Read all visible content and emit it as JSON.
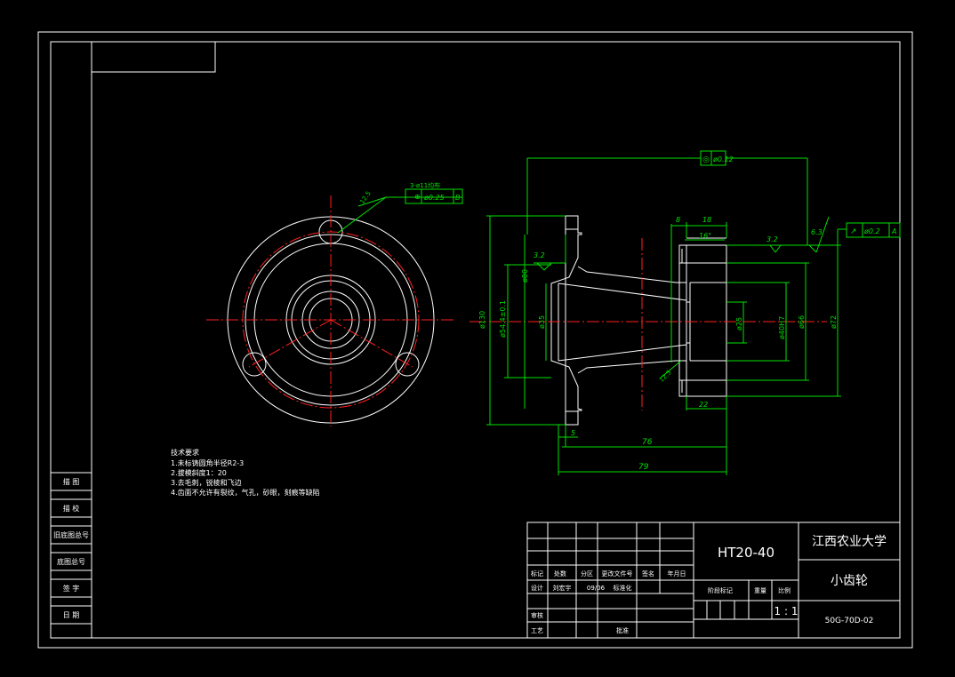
{
  "side_column": [
    "描 图",
    "描 校",
    "旧底图总号",
    "底图总号",
    "签 字",
    "日 期"
  ],
  "notes": {
    "heading": "技术要求",
    "items": [
      "1.未标铸圆角半径R2-3",
      "2.拔模斜度1：20",
      "3.去毛刺，锐棱和飞边",
      "4.齿面不允许有裂纹，气孔，砂眼，刻痕等缺陷"
    ]
  },
  "title_block": {
    "material": "HT20-40",
    "school": "江西农业大学",
    "part_name": "小齿轮",
    "drawing_no": "50G-70D-02",
    "scale": "1 : 1",
    "header": [
      "标记",
      "处数",
      "分区",
      "更改文件号",
      "签名",
      "年月日"
    ],
    "design_row": [
      "设计",
      "刘宏宇",
      "09/06",
      "标准化"
    ],
    "stage_header": [
      "阶段标记",
      "重量",
      "比例"
    ],
    "review": "审核",
    "process": "工艺",
    "approve": "批准"
  },
  "dimensions": {
    "d_130": "ø130",
    "d_80": "ø80",
    "d_54": "ø54.4±0.1",
    "d_35": "ø35",
    "d_25": "ø25",
    "d_40": "ø40H7",
    "d_66": "ø66",
    "d_72": "ø72",
    "len_76": "76",
    "len_79": "79",
    "len_5": "5",
    "len_22": "22",
    "len_8": "8",
    "len_18": "18",
    "len_16": "16°",
    "rough_32a": "3.2",
    "rough_32b": "3.2",
    "rough_63": "6.3",
    "hole_note": "3-ø11均布",
    "tol_pos": "ø0.25",
    "tol_pos_ref": "B",
    "tol_conc": "ø0.12",
    "tol_runout": "ø0.2",
    "tol_runout_ref": "A",
    "rough_front": "12.5",
    "rough_side": "12.5"
  }
}
